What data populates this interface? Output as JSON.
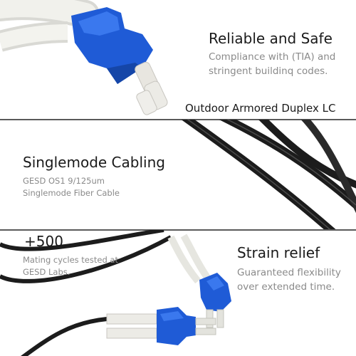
{
  "panel1": {
    "title": "Reliable and Safe",
    "subtitle_line1": "Compliance with (TIA) and",
    "subtitle_line2": "stringent buildinq codes.",
    "tagline": "Outdoor Armored Duplex LC"
  },
  "panel2": {
    "title": "Singlemode Cabling",
    "subtitle_line1": "GESD OS1 9/125um",
    "subtitle_line2": "Singlemode Fiber Cable"
  },
  "panel3": {
    "left_title": "+500",
    "left_subtitle_line1": "Mating cycles tested at",
    "left_subtitle_line2": "GESD Labs.",
    "right_title": "Strain relief",
    "right_subtitle_line1": "Guaranteed flexibility",
    "right_subtitle_line2": "over extended time."
  },
  "colors": {
    "connector_blue": "#1f5bd6",
    "cable_white": "#eeeeea",
    "cable_black": "#1c1c1c",
    "heading": "#1a1a1a",
    "subtext": "#8a8a8a"
  }
}
